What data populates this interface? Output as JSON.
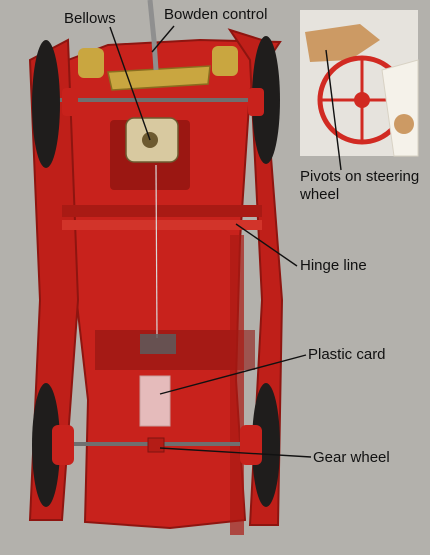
{
  "photo": {
    "subject": "red-toy-car-chassis-underside",
    "background_color": "#b3b1ac",
    "body_color": "#c8221c",
    "body_dark_color": "#8e1510",
    "tire_color": "#1f1d1c",
    "gold_color": "#c9a640",
    "inset_background_color": "#e6e3dd"
  },
  "labels": {
    "bellows": "Bellows",
    "bowden_control": "Bowden control",
    "pivots": "Pivots on steering wheel",
    "hinge_line": "Hinge line",
    "plastic_card": "Plastic card",
    "gear_wheel": "Gear wheel"
  }
}
